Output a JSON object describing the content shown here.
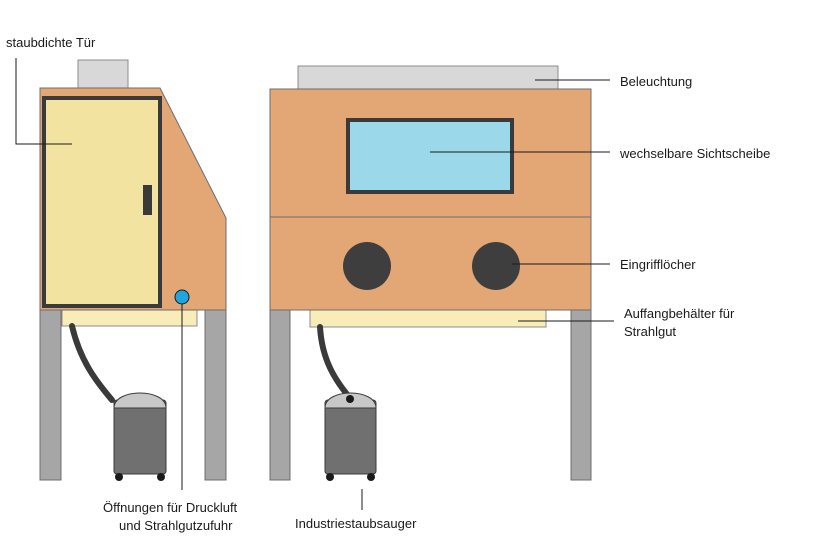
{
  "labels": {
    "door": "staubdichte Tür",
    "lighting": "Beleuchtung",
    "window": "wechselbare Sichtscheibe",
    "glove_holes": "Eingrifflöcher",
    "collector_line1": "Auffangbehälter für",
    "collector_line2": "Strahlgut",
    "openings_line1": "Öffnungen für Druckluft",
    "openings_line2": "und Strahlgutzufuhr",
    "vacuum": "Industriestaubsauger"
  },
  "colors": {
    "cabinet": "#e3a776",
    "door": "#f3e3a0",
    "window": "#9bd9ea",
    "legs": "#a6a6a6",
    "lamp": "#d8d8d8",
    "hole": "#3e3e3e",
    "vacuum_body": "#707070",
    "vacuum_lid": "#c8c8c8",
    "port": "#1fa6e0",
    "tray": "#f8edb8"
  }
}
